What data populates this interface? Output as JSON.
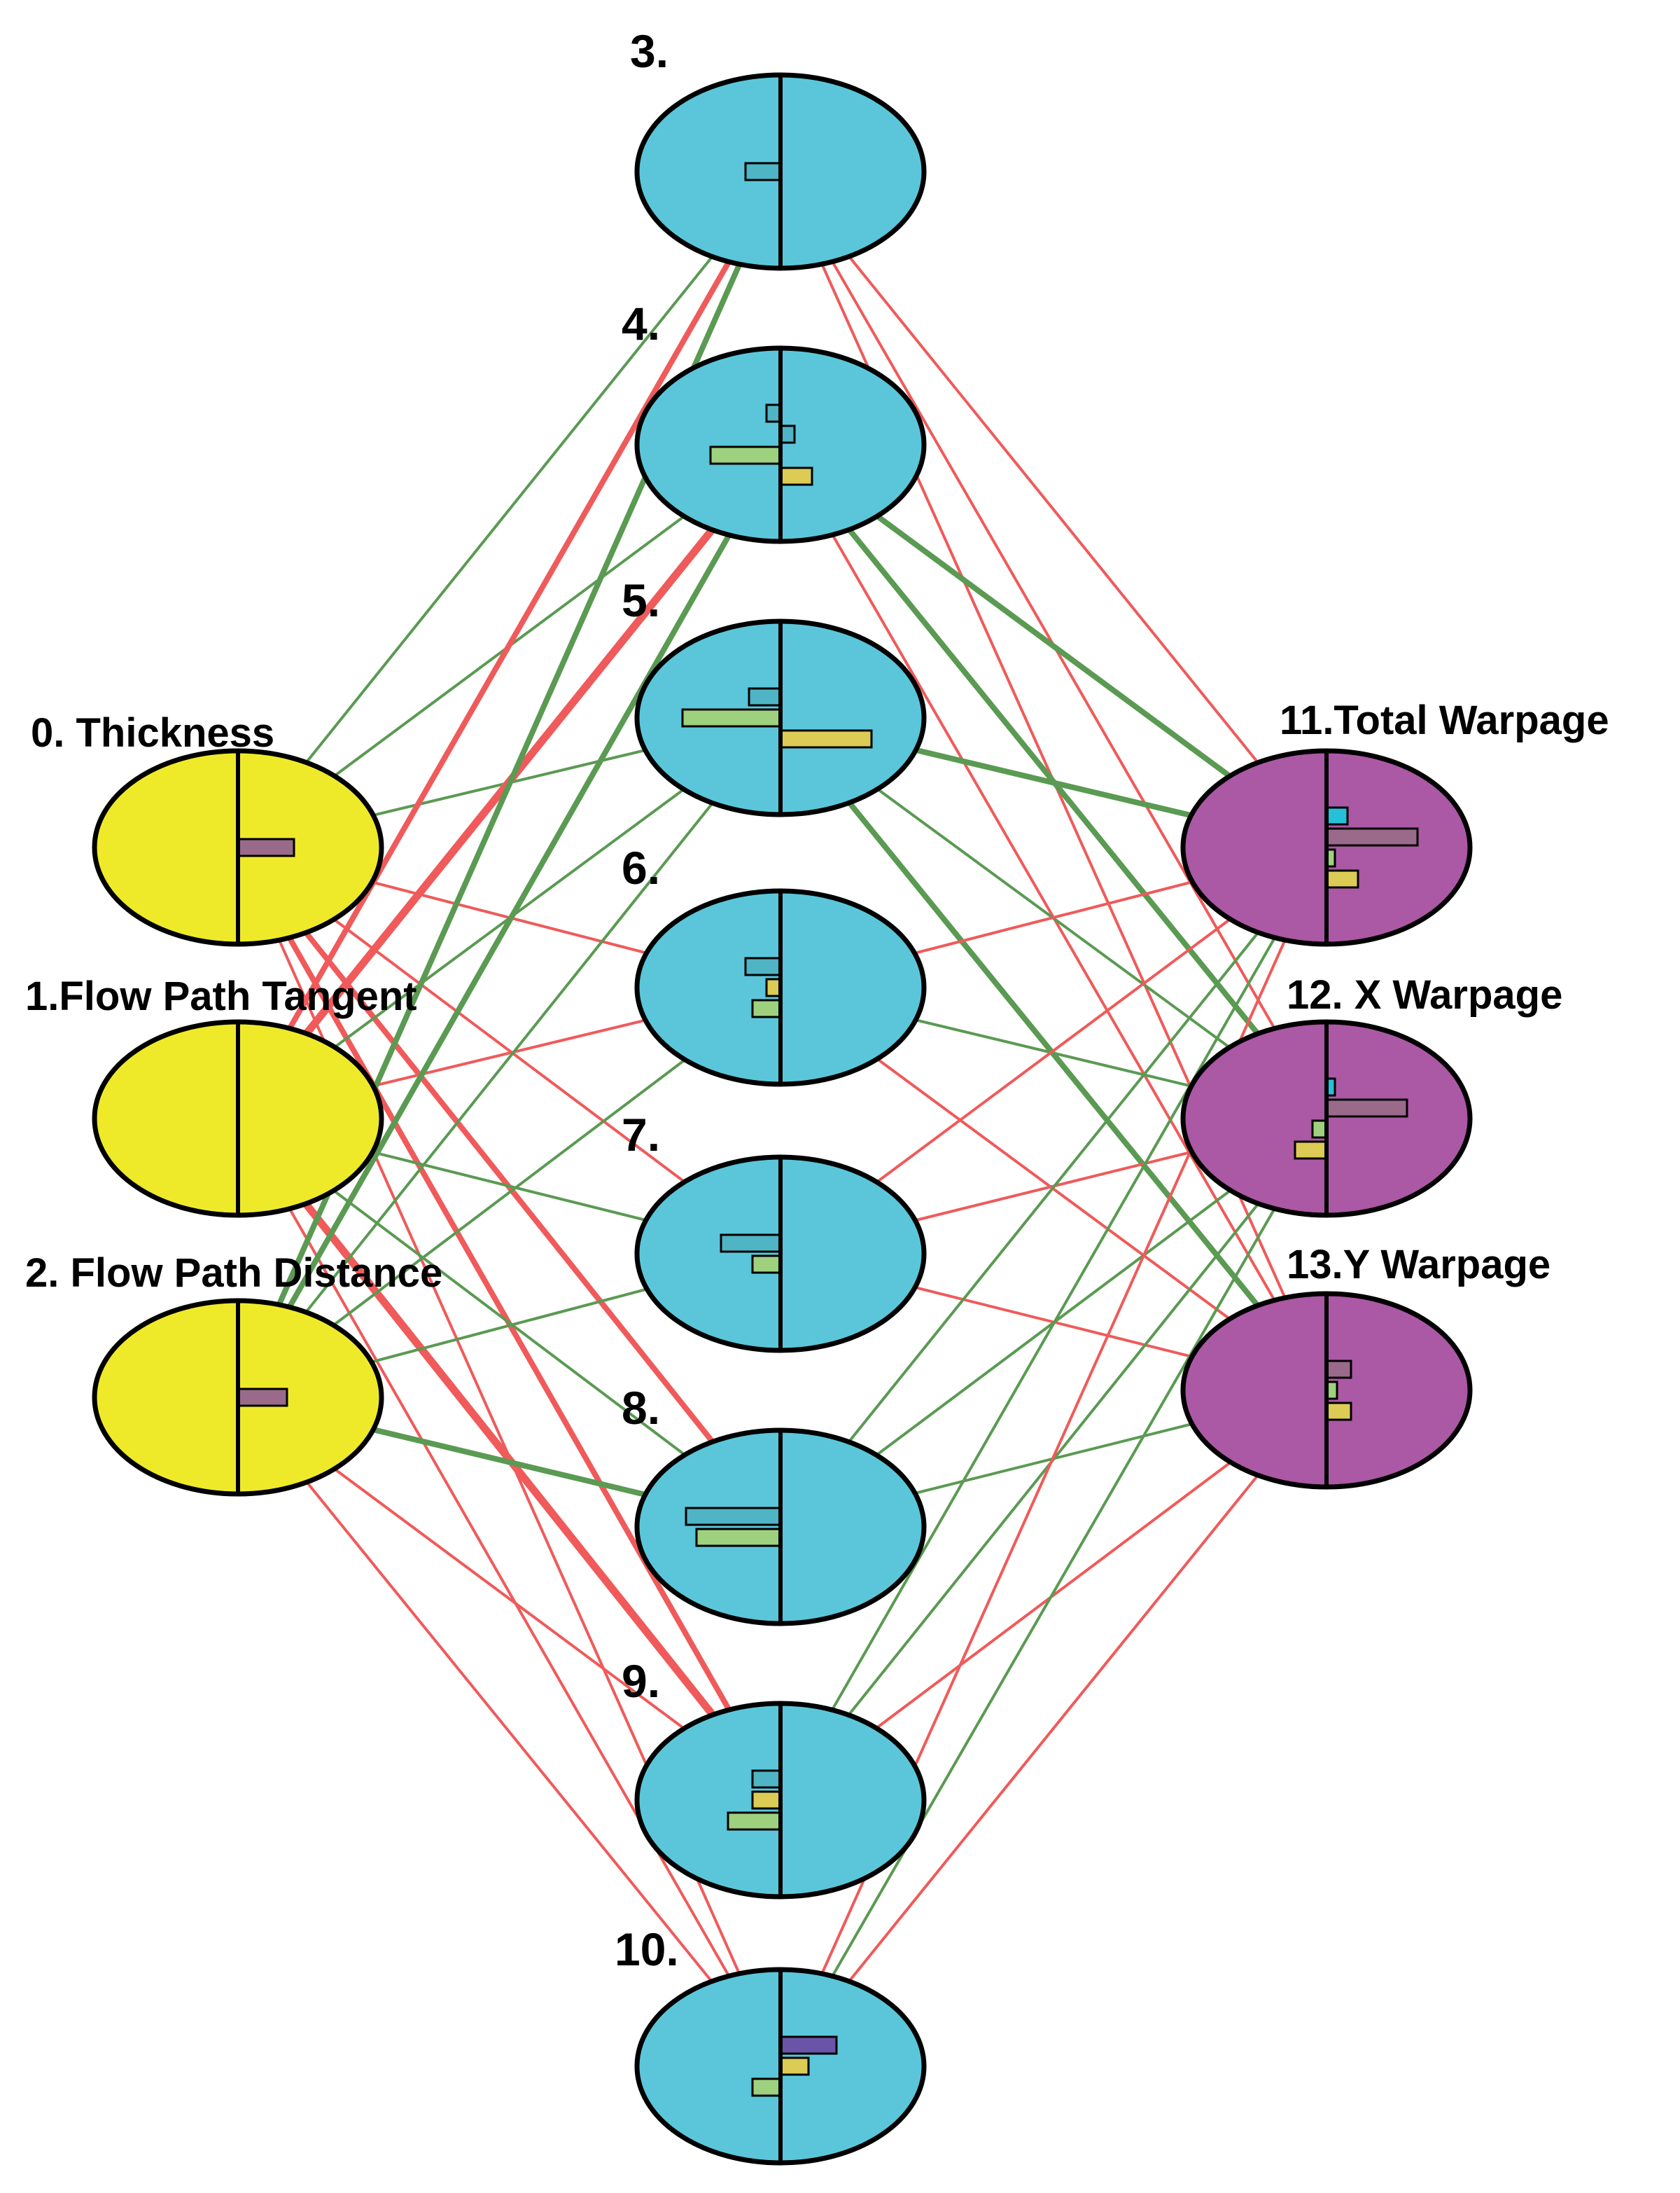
{
  "colors": {
    "positive_edge": "#5a9a52",
    "negative_edge": "#f05a5a",
    "input_fill": "#eeea2a",
    "hidden_fill": "#5bc6da",
    "output_fill": "#ab58a5",
    "outline": "#000000",
    "bar_purple": "#9a6a8a",
    "bar_teal": "#4fb4c4",
    "bar_green": "#9ed17e",
    "bar_yellow": "#dccb55",
    "bar_cyan": "#26c0d8",
    "bar_violet": "#6a54a8"
  },
  "nodes": [
    {
      "id": 0,
      "label": "0. Thickness",
      "layer": "input",
      "fill": "input_fill"
    },
    {
      "id": 1,
      "label": "1.Flow Path Tangent",
      "layer": "input",
      "fill": "input_fill"
    },
    {
      "id": 2,
      "label": "2. Flow Path Distance",
      "layer": "input",
      "fill": "input_fill"
    },
    {
      "id": 3,
      "label": "3.",
      "layer": "hidden",
      "fill": "hidden_fill"
    },
    {
      "id": 4,
      "label": "4.",
      "layer": "hidden",
      "fill": "hidden_fill"
    },
    {
      "id": 5,
      "label": "5.",
      "layer": "hidden",
      "fill": "hidden_fill"
    },
    {
      "id": 6,
      "label": "6.",
      "layer": "hidden",
      "fill": "hidden_fill"
    },
    {
      "id": 7,
      "label": "7.",
      "layer": "hidden",
      "fill": "hidden_fill"
    },
    {
      "id": 8,
      "label": "8.",
      "layer": "hidden",
      "fill": "hidden_fill"
    },
    {
      "id": 9,
      "label": "9.",
      "layer": "hidden",
      "fill": "hidden_fill"
    },
    {
      "id": 10,
      "label": "10.",
      "layer": "hidden",
      "fill": "hidden_fill"
    },
    {
      "id": 11,
      "label": "11.Total Warpage",
      "layer": "output",
      "fill": "output_fill"
    },
    {
      "id": 12,
      "label": "12. X Warpage",
      "layer": "output",
      "fill": "output_fill"
    },
    {
      "id": 13,
      "label": "13.Y Warpage",
      "layer": "output",
      "fill": "output_fill"
    }
  ],
  "node_bars": {
    "0": [
      {
        "value": 0.8,
        "color": "bar_purple"
      }
    ],
    "2": [
      {
        "value": 0.7,
        "color": "bar_purple"
      }
    ],
    "3": [
      {
        "value": -0.5,
        "color": "bar_teal"
      }
    ],
    "4": [
      {
        "value": -0.2,
        "color": "bar_teal"
      },
      {
        "value": 0.2,
        "color": "bar_teal"
      },
      {
        "value": -1.0,
        "color": "bar_green"
      },
      {
        "value": 0.45,
        "color": "bar_yellow"
      }
    ],
    "5": [
      {
        "value": -0.45,
        "color": "bar_teal"
      },
      {
        "value": -1.4,
        "color": "bar_green"
      },
      {
        "value": 1.3,
        "color": "bar_yellow"
      }
    ],
    "6": [
      {
        "value": -0.5,
        "color": "bar_teal"
      },
      {
        "value": -0.2,
        "color": "bar_yellow"
      },
      {
        "value": -0.4,
        "color": "bar_green"
      }
    ],
    "7": [
      {
        "value": -0.85,
        "color": "bar_teal"
      },
      {
        "value": -0.4,
        "color": "bar_green"
      }
    ],
    "8": [
      {
        "value": -1.35,
        "color": "bar_teal"
      },
      {
        "value": -1.2,
        "color": "bar_green"
      }
    ],
    "9": [
      {
        "value": -0.4,
        "color": "bar_teal"
      },
      {
        "value": -0.4,
        "color": "bar_yellow"
      },
      {
        "value": -0.75,
        "color": "bar_green"
      }
    ],
    "10": [
      {
        "value": 0.8,
        "color": "bar_violet"
      },
      {
        "value": 0.4,
        "color": "bar_yellow"
      },
      {
        "value": -0.4,
        "color": "bar_green"
      }
    ],
    "11": [
      {
        "value": 0.3,
        "color": "bar_cyan"
      },
      {
        "value": 1.3,
        "color": "bar_purple"
      },
      {
        "value": 0.12,
        "color": "bar_green"
      },
      {
        "value": 0.45,
        "color": "bar_yellow"
      }
    ],
    "12": [
      {
        "value": 0.12,
        "color": "bar_cyan"
      },
      {
        "value": 1.15,
        "color": "bar_purple"
      },
      {
        "value": -0.2,
        "color": "bar_green"
      },
      {
        "value": -0.45,
        "color": "bar_yellow"
      }
    ],
    "13": [
      {
        "value": 0.35,
        "color": "bar_purple"
      },
      {
        "value": 0.15,
        "color": "bar_green"
      },
      {
        "value": 0.35,
        "color": "bar_yellow"
      }
    ]
  },
  "edges": [
    {
      "from": 0,
      "to": 3,
      "sign": "positive",
      "weight": 1
    },
    {
      "from": 0,
      "to": 4,
      "sign": "positive",
      "weight": 1
    },
    {
      "from": 0,
      "to": 5,
      "sign": "positive",
      "weight": 1
    },
    {
      "from": 0,
      "to": 6,
      "sign": "negative",
      "weight": 1
    },
    {
      "from": 0,
      "to": 7,
      "sign": "negative",
      "weight": 1
    },
    {
      "from": 0,
      "to": 8,
      "sign": "negative",
      "weight": 2
    },
    {
      "from": 0,
      "to": 9,
      "sign": "negative",
      "weight": 2
    },
    {
      "from": 0,
      "to": 10,
      "sign": "negative",
      "weight": 1
    },
    {
      "from": 1,
      "to": 3,
      "sign": "negative",
      "weight": 2
    },
    {
      "from": 1,
      "to": 4,
      "sign": "negative",
      "weight": 3
    },
    {
      "from": 1,
      "to": 5,
      "sign": "positive",
      "weight": 1
    },
    {
      "from": 1,
      "to": 6,
      "sign": "negative",
      "weight": 1
    },
    {
      "from": 1,
      "to": 7,
      "sign": "positive",
      "weight": 1
    },
    {
      "from": 1,
      "to": 8,
      "sign": "positive",
      "weight": 1
    },
    {
      "from": 1,
      "to": 9,
      "sign": "negative",
      "weight": 3
    },
    {
      "from": 1,
      "to": 10,
      "sign": "negative",
      "weight": 1
    },
    {
      "from": 2,
      "to": 3,
      "sign": "positive",
      "weight": 2
    },
    {
      "from": 2,
      "to": 4,
      "sign": "positive",
      "weight": 2
    },
    {
      "from": 2,
      "to": 5,
      "sign": "positive",
      "weight": 1
    },
    {
      "from": 2,
      "to": 6,
      "sign": "positive",
      "weight": 1
    },
    {
      "from": 2,
      "to": 7,
      "sign": "positive",
      "weight": 1
    },
    {
      "from": 2,
      "to": 8,
      "sign": "positive",
      "weight": 2
    },
    {
      "from": 2,
      "to": 9,
      "sign": "negative",
      "weight": 1
    },
    {
      "from": 2,
      "to": 10,
      "sign": "negative",
      "weight": 1
    },
    {
      "from": 3,
      "to": 11,
      "sign": "negative",
      "weight": 1
    },
    {
      "from": 3,
      "to": 12,
      "sign": "negative",
      "weight": 1
    },
    {
      "from": 3,
      "to": 13,
      "sign": "negative",
      "weight": 1
    },
    {
      "from": 4,
      "to": 11,
      "sign": "positive",
      "weight": 2
    },
    {
      "from": 4,
      "to": 12,
      "sign": "positive",
      "weight": 2
    },
    {
      "from": 4,
      "to": 13,
      "sign": "negative",
      "weight": 1
    },
    {
      "from": 5,
      "to": 11,
      "sign": "positive",
      "weight": 2
    },
    {
      "from": 5,
      "to": 12,
      "sign": "positive",
      "weight": 1
    },
    {
      "from": 5,
      "to": 13,
      "sign": "positive",
      "weight": 2
    },
    {
      "from": 6,
      "to": 11,
      "sign": "negative",
      "weight": 1
    },
    {
      "from": 6,
      "to": 12,
      "sign": "positive",
      "weight": 1
    },
    {
      "from": 6,
      "to": 13,
      "sign": "negative",
      "weight": 1
    },
    {
      "from": 7,
      "to": 11,
      "sign": "negative",
      "weight": 1
    },
    {
      "from": 7,
      "to": 12,
      "sign": "negative",
      "weight": 1
    },
    {
      "from": 7,
      "to": 13,
      "sign": "negative",
      "weight": 1
    },
    {
      "from": 8,
      "to": 11,
      "sign": "positive",
      "weight": 1
    },
    {
      "from": 8,
      "to": 12,
      "sign": "positive",
      "weight": 1
    },
    {
      "from": 8,
      "to": 13,
      "sign": "positive",
      "weight": 1
    },
    {
      "from": 9,
      "to": 11,
      "sign": "positive",
      "weight": 1
    },
    {
      "from": 9,
      "to": 12,
      "sign": "positive",
      "weight": 1
    },
    {
      "from": 9,
      "to": 13,
      "sign": "negative",
      "weight": 1
    },
    {
      "from": 10,
      "to": 11,
      "sign": "negative",
      "weight": 1
    },
    {
      "from": 10,
      "to": 12,
      "sign": "positive",
      "weight": 1
    },
    {
      "from": 10,
      "to": 13,
      "sign": "negative",
      "weight": 1
    }
  ]
}
